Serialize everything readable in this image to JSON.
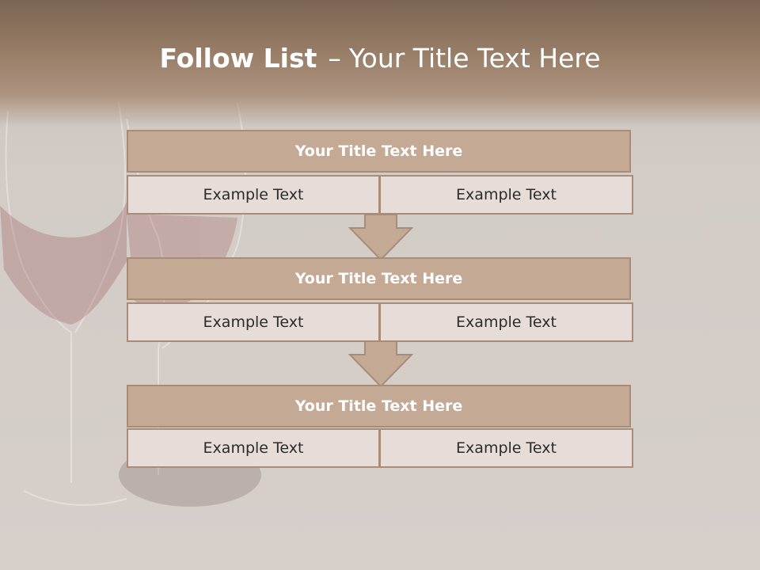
{
  "slide": {
    "title_bold": "Follow List",
    "title_sep": "–",
    "title_rest": "Your Title Text Here"
  },
  "blocks": [
    {
      "title": "Your Title Text Here",
      "left": "Example Text",
      "right": "Example Text"
    },
    {
      "title": "Your Title Text Here",
      "left": "Example Text",
      "right": "Example Text"
    },
    {
      "title": "Your Title Text Here",
      "left": "Example Text",
      "right": "Example Text"
    }
  ],
  "colors": {
    "header_fill": "#c4a994",
    "cell_fill": "#e6ddd8",
    "border": "#a88c78",
    "title_band": "#8a725e"
  },
  "icons": [
    "down-arrow-icon",
    "wine-glass-background"
  ]
}
